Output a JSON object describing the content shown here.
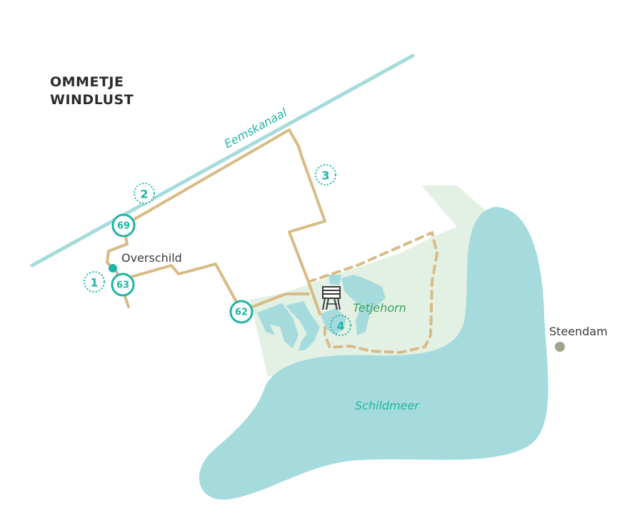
{
  "title": {
    "line1": "OMMETJE",
    "line2": "WINDLUST"
  },
  "labels": {
    "canal": "Eemskanaal",
    "lake": "Schildmeer",
    "nature_area": "Tetjehorn",
    "village_overschild": "Overschild",
    "village_steendam": "Steendam"
  },
  "junctions": [
    {
      "id": "junction-69",
      "number": "69"
    },
    {
      "id": "junction-63",
      "number": "63"
    },
    {
      "id": "junction-62",
      "number": "62"
    }
  ],
  "points_of_interest": [
    {
      "id": "poi-1",
      "number": "1"
    },
    {
      "id": "poi-2",
      "number": "2"
    },
    {
      "id": "poi-3",
      "number": "3"
    },
    {
      "id": "poi-4",
      "number": "4"
    }
  ],
  "icons": {
    "observation_tower": "bird-watching-tower-icon"
  },
  "colors": {
    "water": "#a6dbdd",
    "canal": "#a6dbdd",
    "nature_area": "#e3f0e4",
    "route": "#d8bb85",
    "route_dashed": "#d8bb85",
    "junction": "#1fb5a6",
    "poi": "#1fb5a6",
    "water_text": "#1fb5a6",
    "nature_text": "#3aa35a",
    "village_dot_overschild": "#1fb5a6",
    "village_dot_steendam": "#a0a38c",
    "text_dark": "#2b2b2b"
  }
}
